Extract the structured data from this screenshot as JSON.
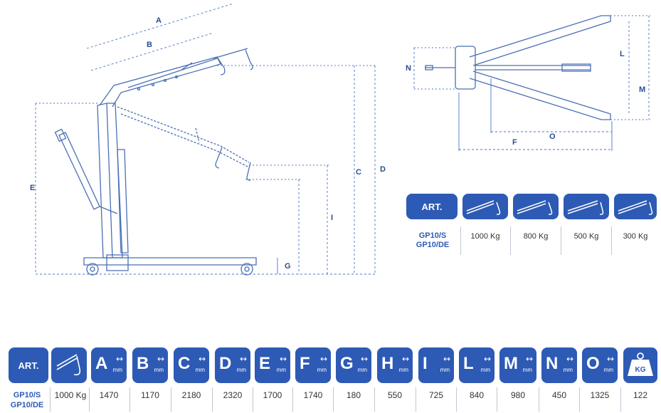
{
  "dimension_labels": {
    "A": "A",
    "B": "B",
    "C": "C",
    "D": "D",
    "E": "E",
    "G": "G",
    "I": "I",
    "N": "N",
    "L": "L",
    "M": "M",
    "F": "F",
    "O": "O"
  },
  "capacity_table": {
    "art_label": "ART.",
    "model": [
      "GP10/S",
      "GP10/DE"
    ],
    "capacities": [
      "1000 Kg",
      "800 Kg",
      "500 Kg",
      "300 Kg"
    ]
  },
  "spec_table": {
    "art_label": "ART.",
    "model": [
      "GP10/S",
      "GP10/DE"
    ],
    "unit": "mm",
    "weight_icon_text": "KG",
    "columns": [
      {
        "key": "capacity",
        "value": "1000 Kg"
      },
      {
        "key": "A",
        "value": "1470"
      },
      {
        "key": "B",
        "value": "1170"
      },
      {
        "key": "C",
        "value": "2180"
      },
      {
        "key": "D",
        "value": "2320"
      },
      {
        "key": "E",
        "value": "1700"
      },
      {
        "key": "F",
        "value": "1740"
      },
      {
        "key": "G",
        "value": "180"
      },
      {
        "key": "H",
        "value": "550"
      },
      {
        "key": "I",
        "value": "725"
      },
      {
        "key": "L",
        "value": "840"
      },
      {
        "key": "M",
        "value": "980"
      },
      {
        "key": "N",
        "value": "450"
      },
      {
        "key": "O",
        "value": "1325"
      },
      {
        "key": "weight",
        "value": "122"
      }
    ]
  },
  "colors": {
    "brand_blue": "#2d5ab5",
    "line_blue": "#4a6fb5",
    "dim_blue": "#4a74c9"
  }
}
